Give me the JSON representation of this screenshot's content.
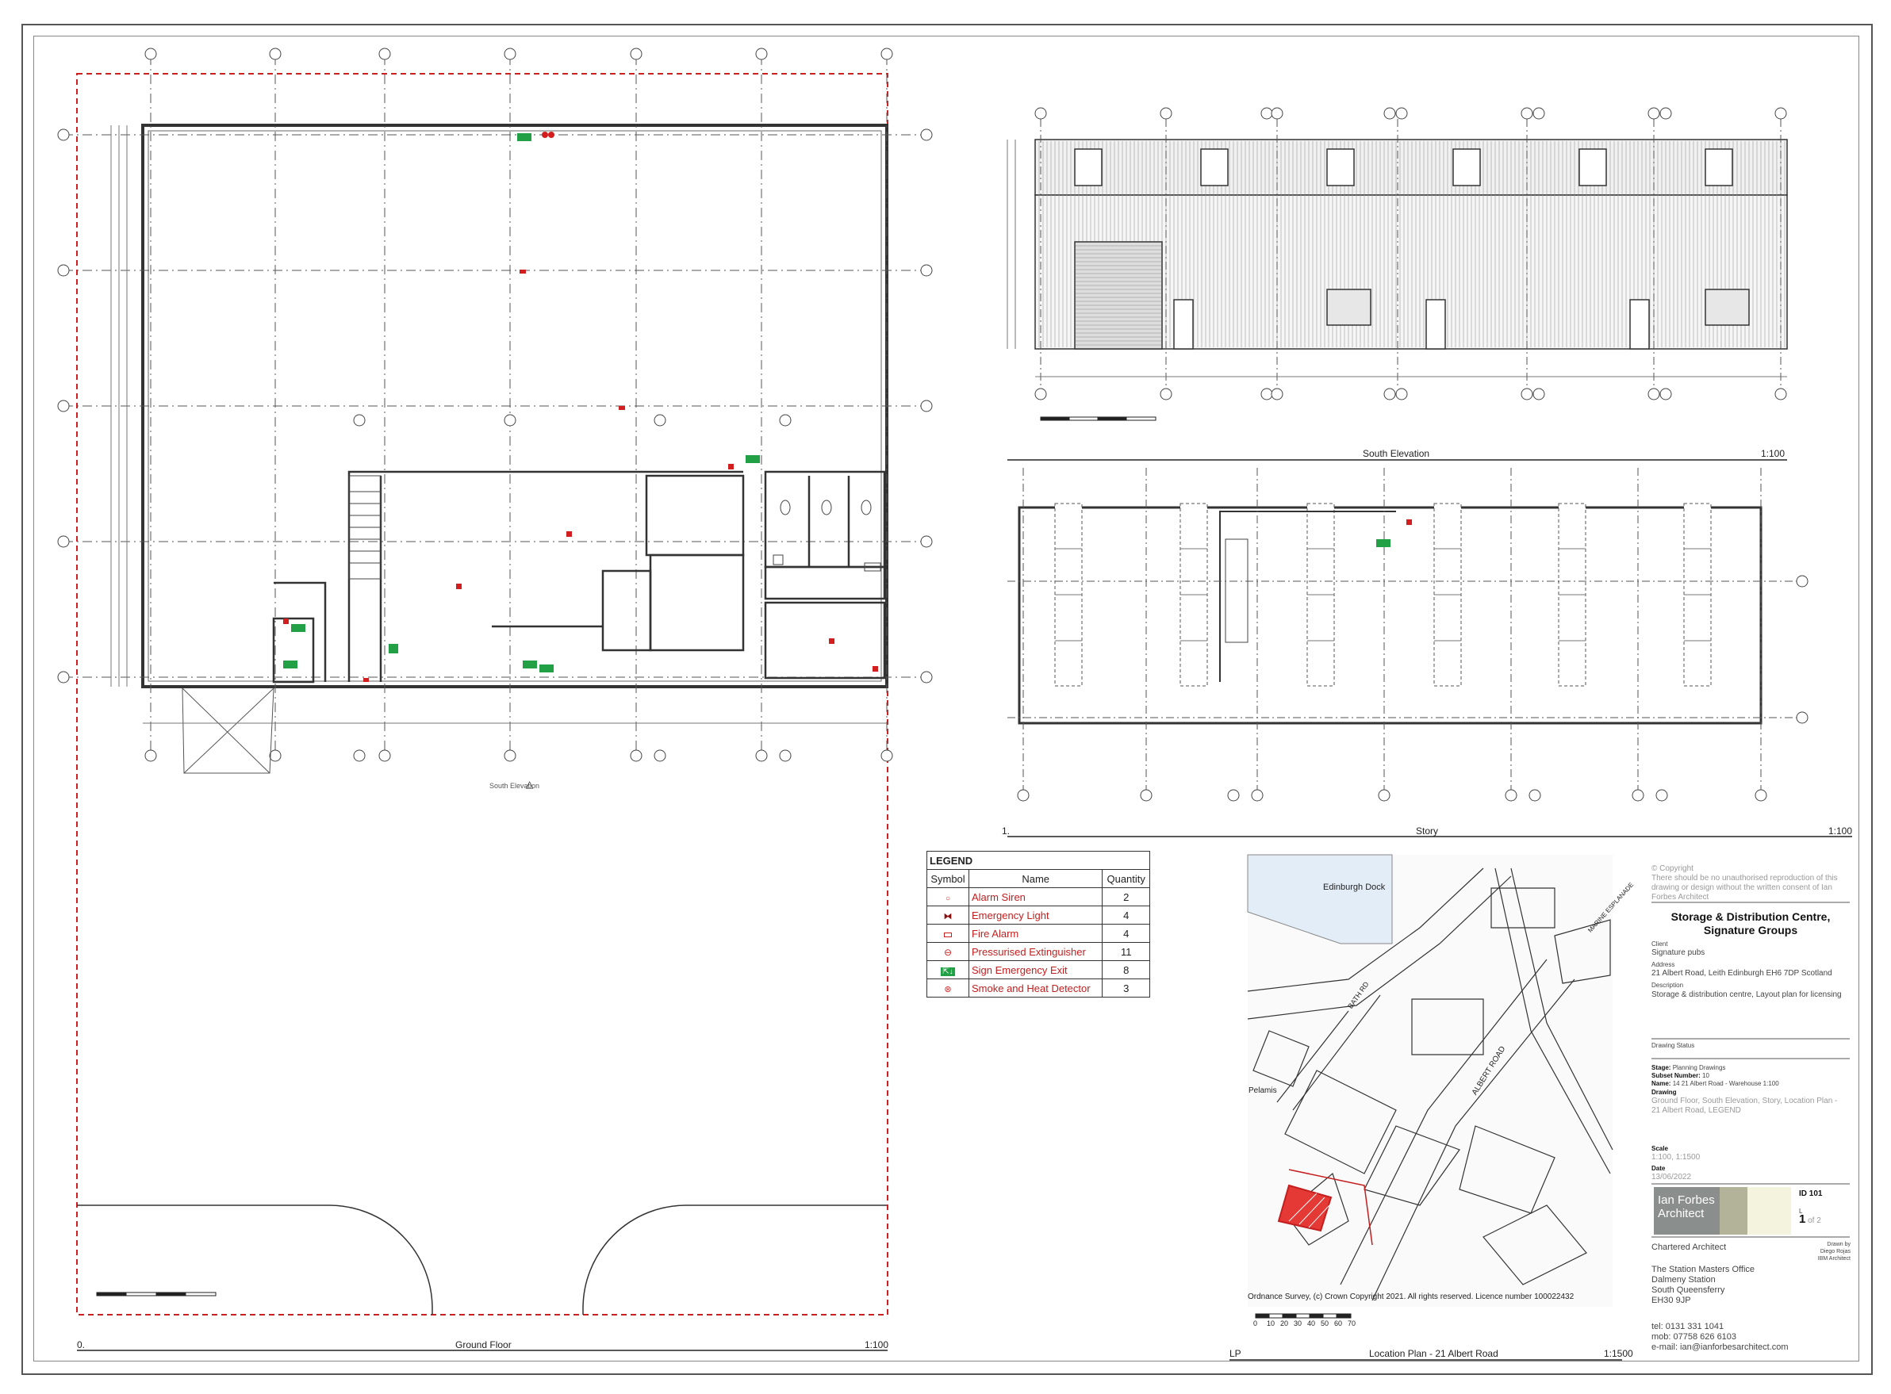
{
  "ground_floor": {
    "number": "0.",
    "title": "Ground Floor",
    "scale": "1:100",
    "elevation_marker": "South Elevation"
  },
  "south_elevation": {
    "title": "South Elevation",
    "scale": "1:100"
  },
  "story": {
    "number": "1.",
    "title": "Story",
    "scale": "1:100"
  },
  "location_plan": {
    "number": "LP",
    "title": "Location Plan - 21 Albert Road",
    "scale": "1:1500",
    "copyright_line": "Ordnance Survey, (c) Crown Copyright 2021. All rights reserved. Licence number 100022432",
    "labels": {
      "dock": "Edinburgh Dock",
      "bath_road": "BATH RD",
      "albert_road": "ALBERT ROAD",
      "pelamis": "Pelamis",
      "marine_esplanade": "MARINE ESPLANADE"
    },
    "scale_bar_ticks": [
      "0",
      "10",
      "20",
      "30",
      "40",
      "50",
      "60",
      "70"
    ]
  },
  "legend": {
    "title": "LEGEND",
    "headers": [
      "Symbol",
      "Name",
      "Quantity"
    ],
    "rows": [
      {
        "name": "Alarm Siren",
        "quantity": "2",
        "icon": "alarm-siren-icon"
      },
      {
        "name": "Emergency Light",
        "quantity": "4",
        "icon": "emergency-light-icon"
      },
      {
        "name": "Fire Alarm",
        "quantity": "4",
        "icon": "fire-alarm-icon"
      },
      {
        "name": "Pressurised Extinguisher",
        "quantity": "11",
        "icon": "extinguisher-icon"
      },
      {
        "name": "Sign Emergency Exit",
        "quantity": "8",
        "icon": "exit-sign-icon"
      },
      {
        "name": "Smoke and Heat Detector",
        "quantity": "3",
        "icon": "smoke-detector-icon"
      }
    ]
  },
  "title_block": {
    "copyright": "© Copyright",
    "copyright_note": "There should be no unauthorised reproduction of this drawing or design without the written consent of Ian Forbes Architect",
    "project": "Storage & Distribution Centre, Signature Groups",
    "client_label": "Client",
    "client": "Signature pubs",
    "address_label": "Address",
    "address": "21 Albert Road, Leith Edinburgh EH6 7DP Scotland",
    "description_label": "Description",
    "description": "Storage & distribution centre, Layout plan for licensing",
    "status_label": "Drawing Status",
    "stage_label": "Stage:",
    "stage": "Planning Drawings",
    "subset_label": "Subset Number:",
    "subset": "10",
    "name_label": "Name:",
    "name": "14 21 Albert Road - Warehouse 1:100",
    "drawing_label": "Drawing",
    "drawing": "Ground Floor, South Elevation, Story, Location Plan - 21 Albert Road, LEGEND",
    "scale_label": "Scale",
    "scale": "1:100, 1:1500",
    "date_label": "Date",
    "date": "13/06/2022",
    "logo_line1": "Ian Forbes",
    "logo_line2": "Architect",
    "sheet_id": "ID 101",
    "sheet_letter": "L",
    "sheet_num": "1",
    "sheet_of": "of 2",
    "drawn_by_label": "Drawn by",
    "drawn_by_1": "Diego Rojas",
    "drawn_by_2": "IBM Architect",
    "firm": "Chartered Architect",
    "address_lines": [
      "The Station Masters Office",
      "Dalmeny Station",
      "South Queensferry",
      "EH30 9JP"
    ],
    "tel": "tel: 0131 331 1041",
    "mob": "mob: 07758 626 6103",
    "email": "e-mail: ian@ianforbesarchitect.com"
  },
  "colors": {
    "boundary_red": "#d21e1e",
    "exit_green": "#21a045",
    "line": "#333333",
    "logo_grey": "#8a8e8c"
  }
}
